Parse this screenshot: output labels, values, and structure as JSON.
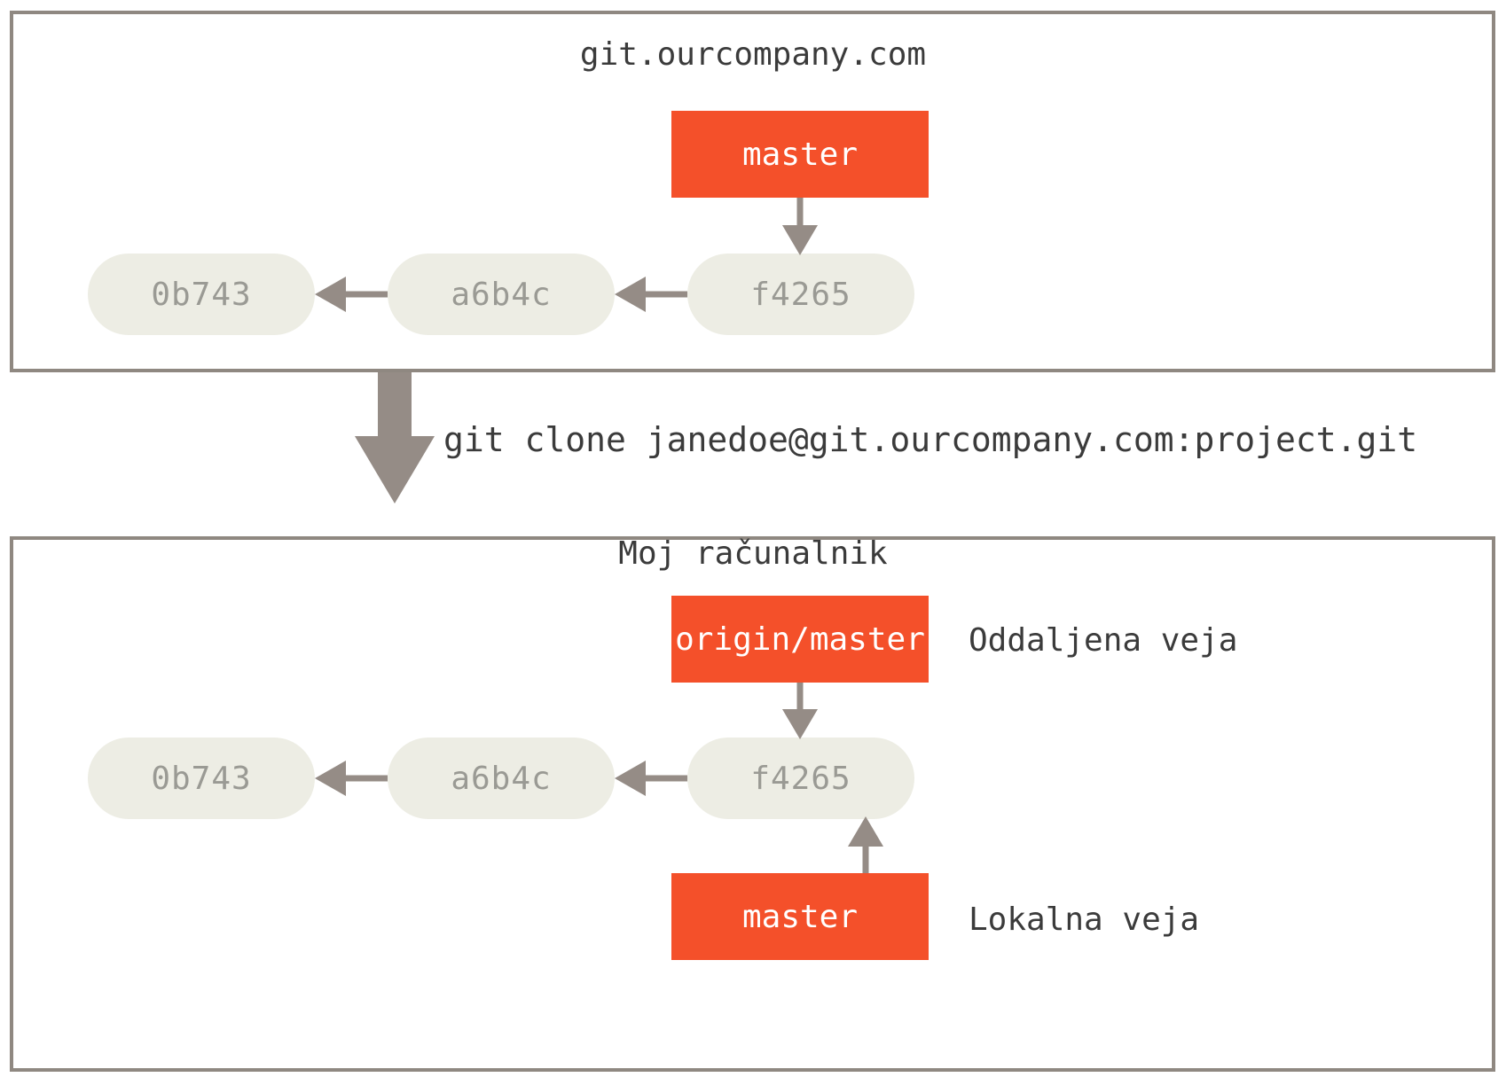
{
  "diagram": {
    "title": "git clone creating origin/master and local master",
    "accent_color": "#F4502A",
    "node_fill": "#EDEDE4",
    "node_text_color": "#9A9A94",
    "frame_border_color": "#8F8881",
    "arrow_color": "#958C86",
    "text_color": "#3B3B3B"
  },
  "server": {
    "title": "git.ourcompany.com",
    "branch_label": "master",
    "commits": [
      {
        "sha": "0b743"
      },
      {
        "sha": "a6b4c"
      },
      {
        "sha": "f4265"
      }
    ]
  },
  "command": {
    "text": "git clone janedoe@git.ourcompany.com:project.git"
  },
  "local": {
    "title": "Moj računalnik",
    "remote_branch_label": "origin/master",
    "remote_branch_annotation": "Oddaljena veja",
    "local_branch_label": "master",
    "local_branch_annotation": "Lokalna veja",
    "commits": [
      {
        "sha": "0b743"
      },
      {
        "sha": "a6b4c"
      },
      {
        "sha": "f4265"
      }
    ]
  }
}
